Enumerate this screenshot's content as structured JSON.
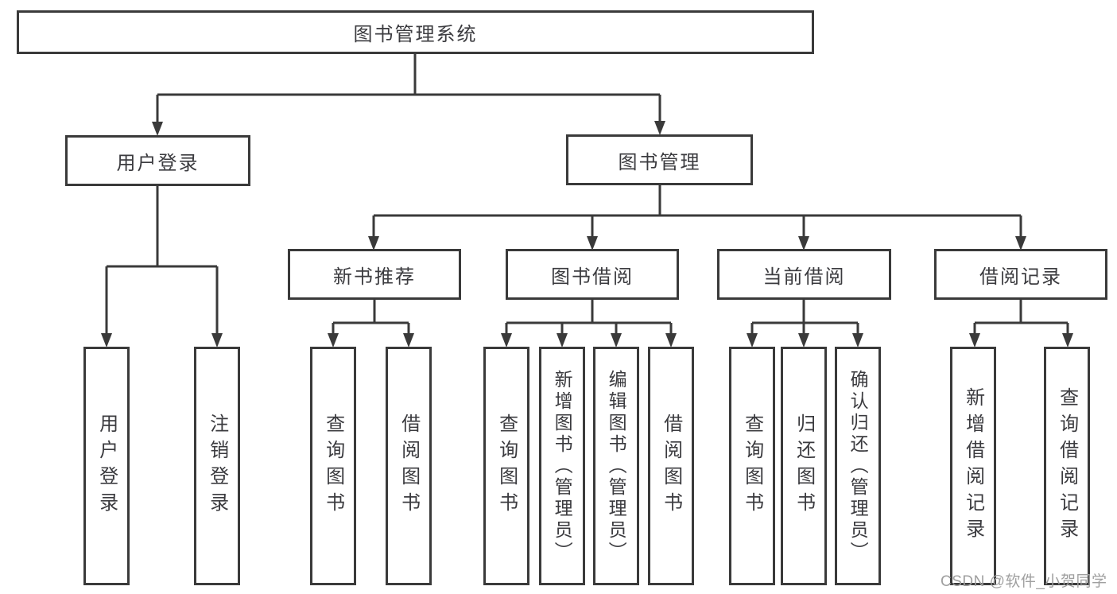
{
  "title": {
    "label": "图书管理系统"
  },
  "level2": [
    {
      "label": "用户登录"
    },
    {
      "label": "图书管理"
    }
  ],
  "level3": [
    {
      "label": "新书推荐"
    },
    {
      "label": "图书借阅"
    },
    {
      "label": "当前借阅"
    },
    {
      "label": "借阅记录"
    }
  ],
  "leaves": [
    {
      "label": "用户登录"
    },
    {
      "label": "注销登录"
    },
    {
      "label": "查询图书"
    },
    {
      "label": "借阅图书"
    },
    {
      "label": "查询图书"
    },
    {
      "label": "新增图书（管理员）"
    },
    {
      "label": "编辑图书（管理员）"
    },
    {
      "label": "借阅图书"
    },
    {
      "label": "查询图书"
    },
    {
      "label": "归还图书"
    },
    {
      "label": "确认归还（管理员）"
    },
    {
      "label": "新增借阅记录"
    },
    {
      "label": "查询借阅记录"
    }
  ],
  "watermark": {
    "text": "CSDN @软件_小贺同学"
  },
  "colors": {
    "line": "#3a3a3a",
    "text": "#3b3b3f",
    "watermark": "#9f9f9f",
    "background": "#ffffff"
  }
}
